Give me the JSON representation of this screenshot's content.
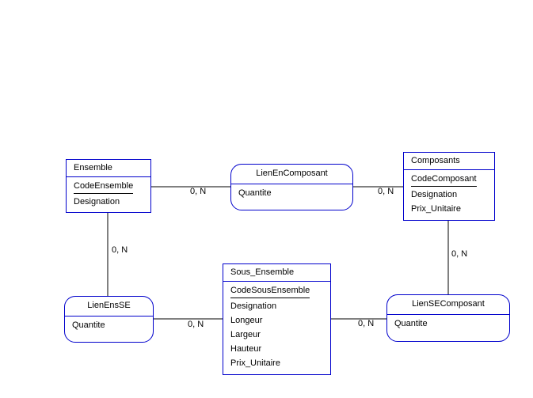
{
  "diagram": {
    "line_color": "#000000",
    "border_color": "#0000cc",
    "entities": {
      "ensemble": {
        "name": "Ensemble",
        "key": "CodeEnsemble",
        "attributes": [
          "Designation"
        ]
      },
      "composants": {
        "name": "Composants",
        "key": "CodeComposant",
        "attributes": [
          "Designation",
          "Prix_Unitaire"
        ]
      },
      "sous_ensemble": {
        "name": "Sous_Ensemble",
        "key": "CodeSousEnsemble",
        "attributes": [
          "Designation",
          "Longeur",
          "Largeur",
          "Hauteur",
          "Prix_Unitaire"
        ]
      }
    },
    "associations": {
      "lien_en_composant": {
        "name": "LienEnComposant",
        "attributes": [
          "Quantite"
        ]
      },
      "lien_ens_se": {
        "name": "LienEnsSE",
        "attributes": [
          "Quantite"
        ]
      },
      "lien_se_composant": {
        "name": "LienSEComposant",
        "attributes": [
          "Quantite"
        ]
      }
    },
    "cardinalities": {
      "ensemble_to_lienencomposant": "0, N",
      "composants_to_lienencomposant": "0, N",
      "ensemble_to_lienensse": "0, N",
      "sousensemble_to_lienensse": "0, N",
      "composants_to_lienseccomposant": "0, N",
      "sousensemble_to_lienseccomposant": "0, N"
    }
  }
}
